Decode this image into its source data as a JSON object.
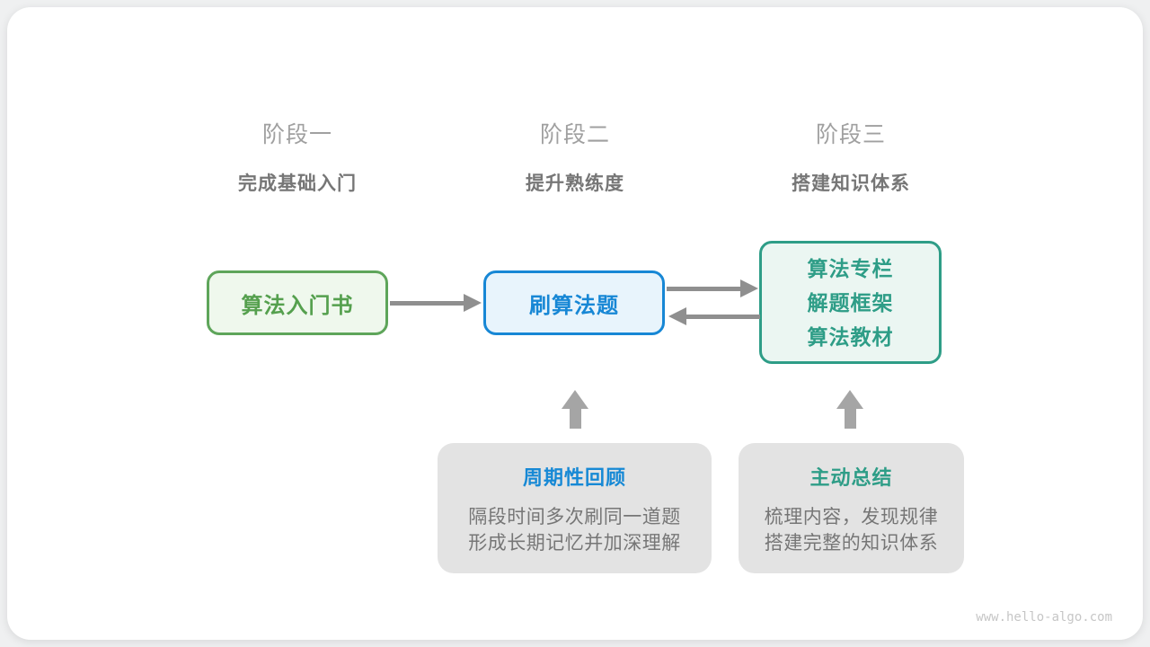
{
  "stages": [
    {
      "title": "阶段一",
      "subtitle": "完成基础入门"
    },
    {
      "title": "阶段二",
      "subtitle": "提升熟练度"
    },
    {
      "title": "阶段三",
      "subtitle": "搭建知识体系"
    }
  ],
  "nodes": {
    "intro_book": {
      "label": "算法入门书"
    },
    "practice": {
      "label": "刷算法题"
    },
    "resources": {
      "lines": [
        "算法专栏",
        "解题框架",
        "算法教材"
      ]
    }
  },
  "notes": [
    {
      "title": "周期性回顾",
      "lines": [
        "隔段时间多次刷同一道题",
        "形成长期记忆并加深理解"
      ]
    },
    {
      "title": "主动总结",
      "lines": [
        "梳理内容，发现规律",
        "搭建完整的知识体系"
      ]
    }
  ],
  "watermark": "www.hello-algo.com",
  "colors": {
    "green_border": "#5ea55a",
    "green_text": "#55a04e",
    "green_bg": "#eff8ed",
    "blue_border": "#1787d5",
    "blue_text": "#1789d5",
    "blue_bg": "#e8f4fc",
    "teal_border": "#2e9d87",
    "teal_text": "#2e9d87",
    "teal_bg": "#ebf6f2",
    "note_bg": "#e3e3e3",
    "arrow_gray": "#8f8f8f",
    "up_arrow_gray": "#a5a5a5",
    "stage_title_gray": "#a0a0a0",
    "stage_subtitle_gray": "#767676",
    "body_text_gray": "#767676",
    "watermark_gray": "#c6c6c6"
  }
}
